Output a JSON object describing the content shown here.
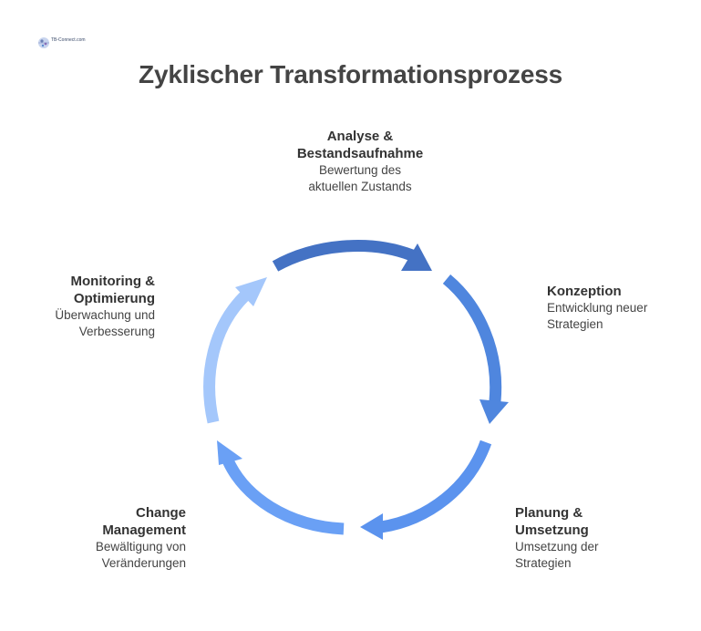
{
  "logo": {
    "text": "TB-Connect.com"
  },
  "title": "Zyklischer Transformationsprozess",
  "steps": [
    {
      "title1": "Analyse &",
      "title2": "Bestandsaufnahme",
      "desc1": "Bewertung des",
      "desc2": "aktuellen Zustands"
    },
    {
      "title1": "Konzeption",
      "desc1": "Entwicklung neuer",
      "desc2": "Strategien"
    },
    {
      "title1": "Planung &",
      "title2": "Umsetzung",
      "desc1": "Umsetzung der",
      "desc2": "Strategien"
    },
    {
      "title1": "Change",
      "title2": "Management",
      "desc1": "Bewältigung von",
      "desc2": "Veränderungen"
    },
    {
      "title1": "Monitoring &",
      "title2": "Optimierung",
      "desc1": "Überwachung und",
      "desc2": "Verbesserung"
    }
  ],
  "colors": {
    "arc_analyse": "#4472c4",
    "arc_konzeption": "#4f86de",
    "arc_planung": "#5b93ee",
    "arc_change": "#6aa0f5",
    "arc_monitoring": "#a4c7fb"
  }
}
